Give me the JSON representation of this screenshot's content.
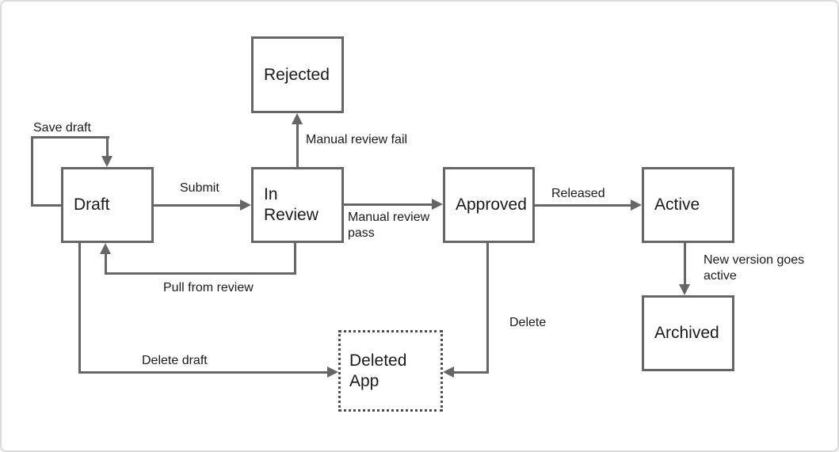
{
  "diagram": {
    "colors": {
      "line": "#666666",
      "text": "#1a1a1a",
      "node_fill": "#ffffff",
      "node_border": "#666666",
      "canvas_border": "#dcdcdc",
      "background": "#ffffff"
    },
    "nodes": [
      {
        "id": "rejected",
        "label": "Rejected"
      },
      {
        "id": "draft",
        "label": "Draft"
      },
      {
        "id": "in_review",
        "label": "In\nReview"
      },
      {
        "id": "approved",
        "label": "Approved"
      },
      {
        "id": "active",
        "label": "Active"
      },
      {
        "id": "archived",
        "label": "Archived"
      },
      {
        "id": "deleted_app",
        "label": "Deleted\nApp",
        "border_style": "dotted"
      }
    ],
    "edges": [
      {
        "label": "Save draft",
        "from": "Draft",
        "to": "Draft"
      },
      {
        "label": "Submit",
        "from": "Draft",
        "to": "In Review"
      },
      {
        "label": "Manual review fail",
        "from": "In Review",
        "to": "Rejected"
      },
      {
        "label": "Manual review\npass",
        "from": "In Review",
        "to": "Approved"
      },
      {
        "label": "Pull from review",
        "from": "In Review",
        "to": "Draft"
      },
      {
        "label": "Released",
        "from": "Approved",
        "to": "Active"
      },
      {
        "label": "Delete",
        "from": "Approved",
        "to": "Deleted App"
      },
      {
        "label": "Delete draft",
        "from": "Draft",
        "to": "Deleted App"
      },
      {
        "label": "New version goes\nactive",
        "from": "Active",
        "to": "Archived"
      }
    ]
  }
}
